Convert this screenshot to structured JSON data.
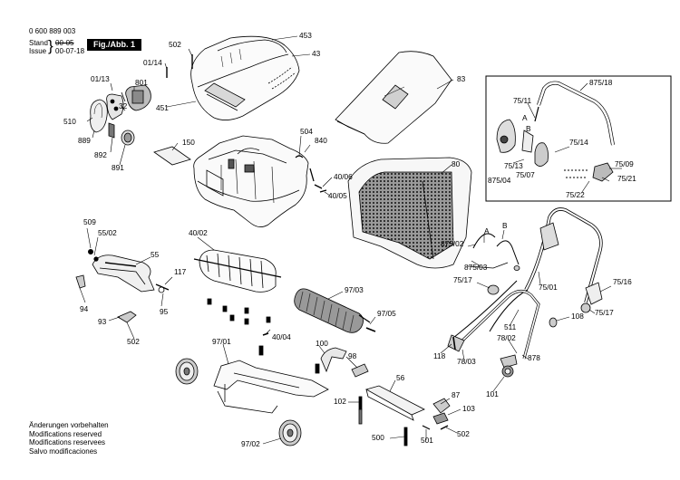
{
  "header": {
    "doc_number": "0 600 889 003",
    "stand_label": "Stand",
    "issue_label": "Issue",
    "stand_value": "00-05",
    "issue_value": "00-07-18",
    "figure_label": "Fig./Abb. 1"
  },
  "notes": [
    "Änderungen vorbehalten",
    "Modifications reserved",
    "Modifications reservees",
    "Salvo modificaciones"
  ],
  "part_labels": [
    {
      "id": "453",
      "text": "453"
    },
    {
      "id": "43",
      "text": "43"
    },
    {
      "id": "502a",
      "text": "502"
    },
    {
      "id": "01_14",
      "text": "01/14"
    },
    {
      "id": "451",
      "text": "451"
    },
    {
      "id": "01_13",
      "text": "01/13"
    },
    {
      "id": "801",
      "text": "801"
    },
    {
      "id": "32",
      "text": "32"
    },
    {
      "id": "510",
      "text": "510"
    },
    {
      "id": "889",
      "text": "889"
    },
    {
      "id": "892",
      "text": "892"
    },
    {
      "id": "891",
      "text": "891"
    },
    {
      "id": "150",
      "text": "150"
    },
    {
      "id": "504",
      "text": "504"
    },
    {
      "id": "840",
      "text": "840"
    },
    {
      "id": "40_06",
      "text": "40/06"
    },
    {
      "id": "40_05",
      "text": "40/05"
    },
    {
      "id": "83",
      "text": "83"
    },
    {
      "id": "80",
      "text": "80"
    },
    {
      "id": "875_18",
      "text": "875/18"
    },
    {
      "id": "75_11",
      "text": "75/11"
    },
    {
      "id": "A1",
      "text": "A"
    },
    {
      "id": "B1",
      "text": "B"
    },
    {
      "id": "75_14",
      "text": "75/14"
    },
    {
      "id": "75_13",
      "text": "75/13"
    },
    {
      "id": "75_07",
      "text": "75/07"
    },
    {
      "id": "875_04",
      "text": "875/04"
    },
    {
      "id": "75_09",
      "text": "75/09"
    },
    {
      "id": "75_21",
      "text": "75/21"
    },
    {
      "id": "75_22",
      "text": "75/22"
    },
    {
      "id": "509",
      "text": "509"
    },
    {
      "id": "55_02",
      "text": "55/02"
    },
    {
      "id": "55",
      "text": "55"
    },
    {
      "id": "117",
      "text": "117"
    },
    {
      "id": "94",
      "text": "94"
    },
    {
      "id": "95",
      "text": "95"
    },
    {
      "id": "93",
      "text": "93"
    },
    {
      "id": "502b",
      "text": "502"
    },
    {
      "id": "40_02",
      "text": "40/02"
    },
    {
      "id": "97_03",
      "text": "97/03"
    },
    {
      "id": "97_05",
      "text": "97/05"
    },
    {
      "id": "40_04",
      "text": "40/04"
    },
    {
      "id": "97_01",
      "text": "97/01"
    },
    {
      "id": "100",
      "text": "100"
    },
    {
      "id": "98",
      "text": "98"
    },
    {
      "id": "56",
      "text": "56"
    },
    {
      "id": "102",
      "text": "102"
    },
    {
      "id": "87",
      "text": "87"
    },
    {
      "id": "103",
      "text": "103"
    },
    {
      "id": "500",
      "text": "500"
    },
    {
      "id": "501",
      "text": "501"
    },
    {
      "id": "502c",
      "text": "502"
    },
    {
      "id": "97_02",
      "text": "97/02"
    },
    {
      "id": "875_02",
      "text": "875/02"
    },
    {
      "id": "A2",
      "text": "A"
    },
    {
      "id": "B2",
      "text": "B"
    },
    {
      "id": "875_03",
      "text": "875/03"
    },
    {
      "id": "75_17a",
      "text": "75/17"
    },
    {
      "id": "75_01",
      "text": "75/01"
    },
    {
      "id": "75_16",
      "text": "75/16"
    },
    {
      "id": "75_17b",
      "text": "75/17"
    },
    {
      "id": "108",
      "text": "108"
    },
    {
      "id": "511",
      "text": "511"
    },
    {
      "id": "78_02",
      "text": "78/02"
    },
    {
      "id": "118",
      "text": "118"
    },
    {
      "id": "78_03",
      "text": "78/03"
    },
    {
      "id": "878",
      "text": "878"
    },
    {
      "id": "101",
      "text": "101"
    }
  ]
}
